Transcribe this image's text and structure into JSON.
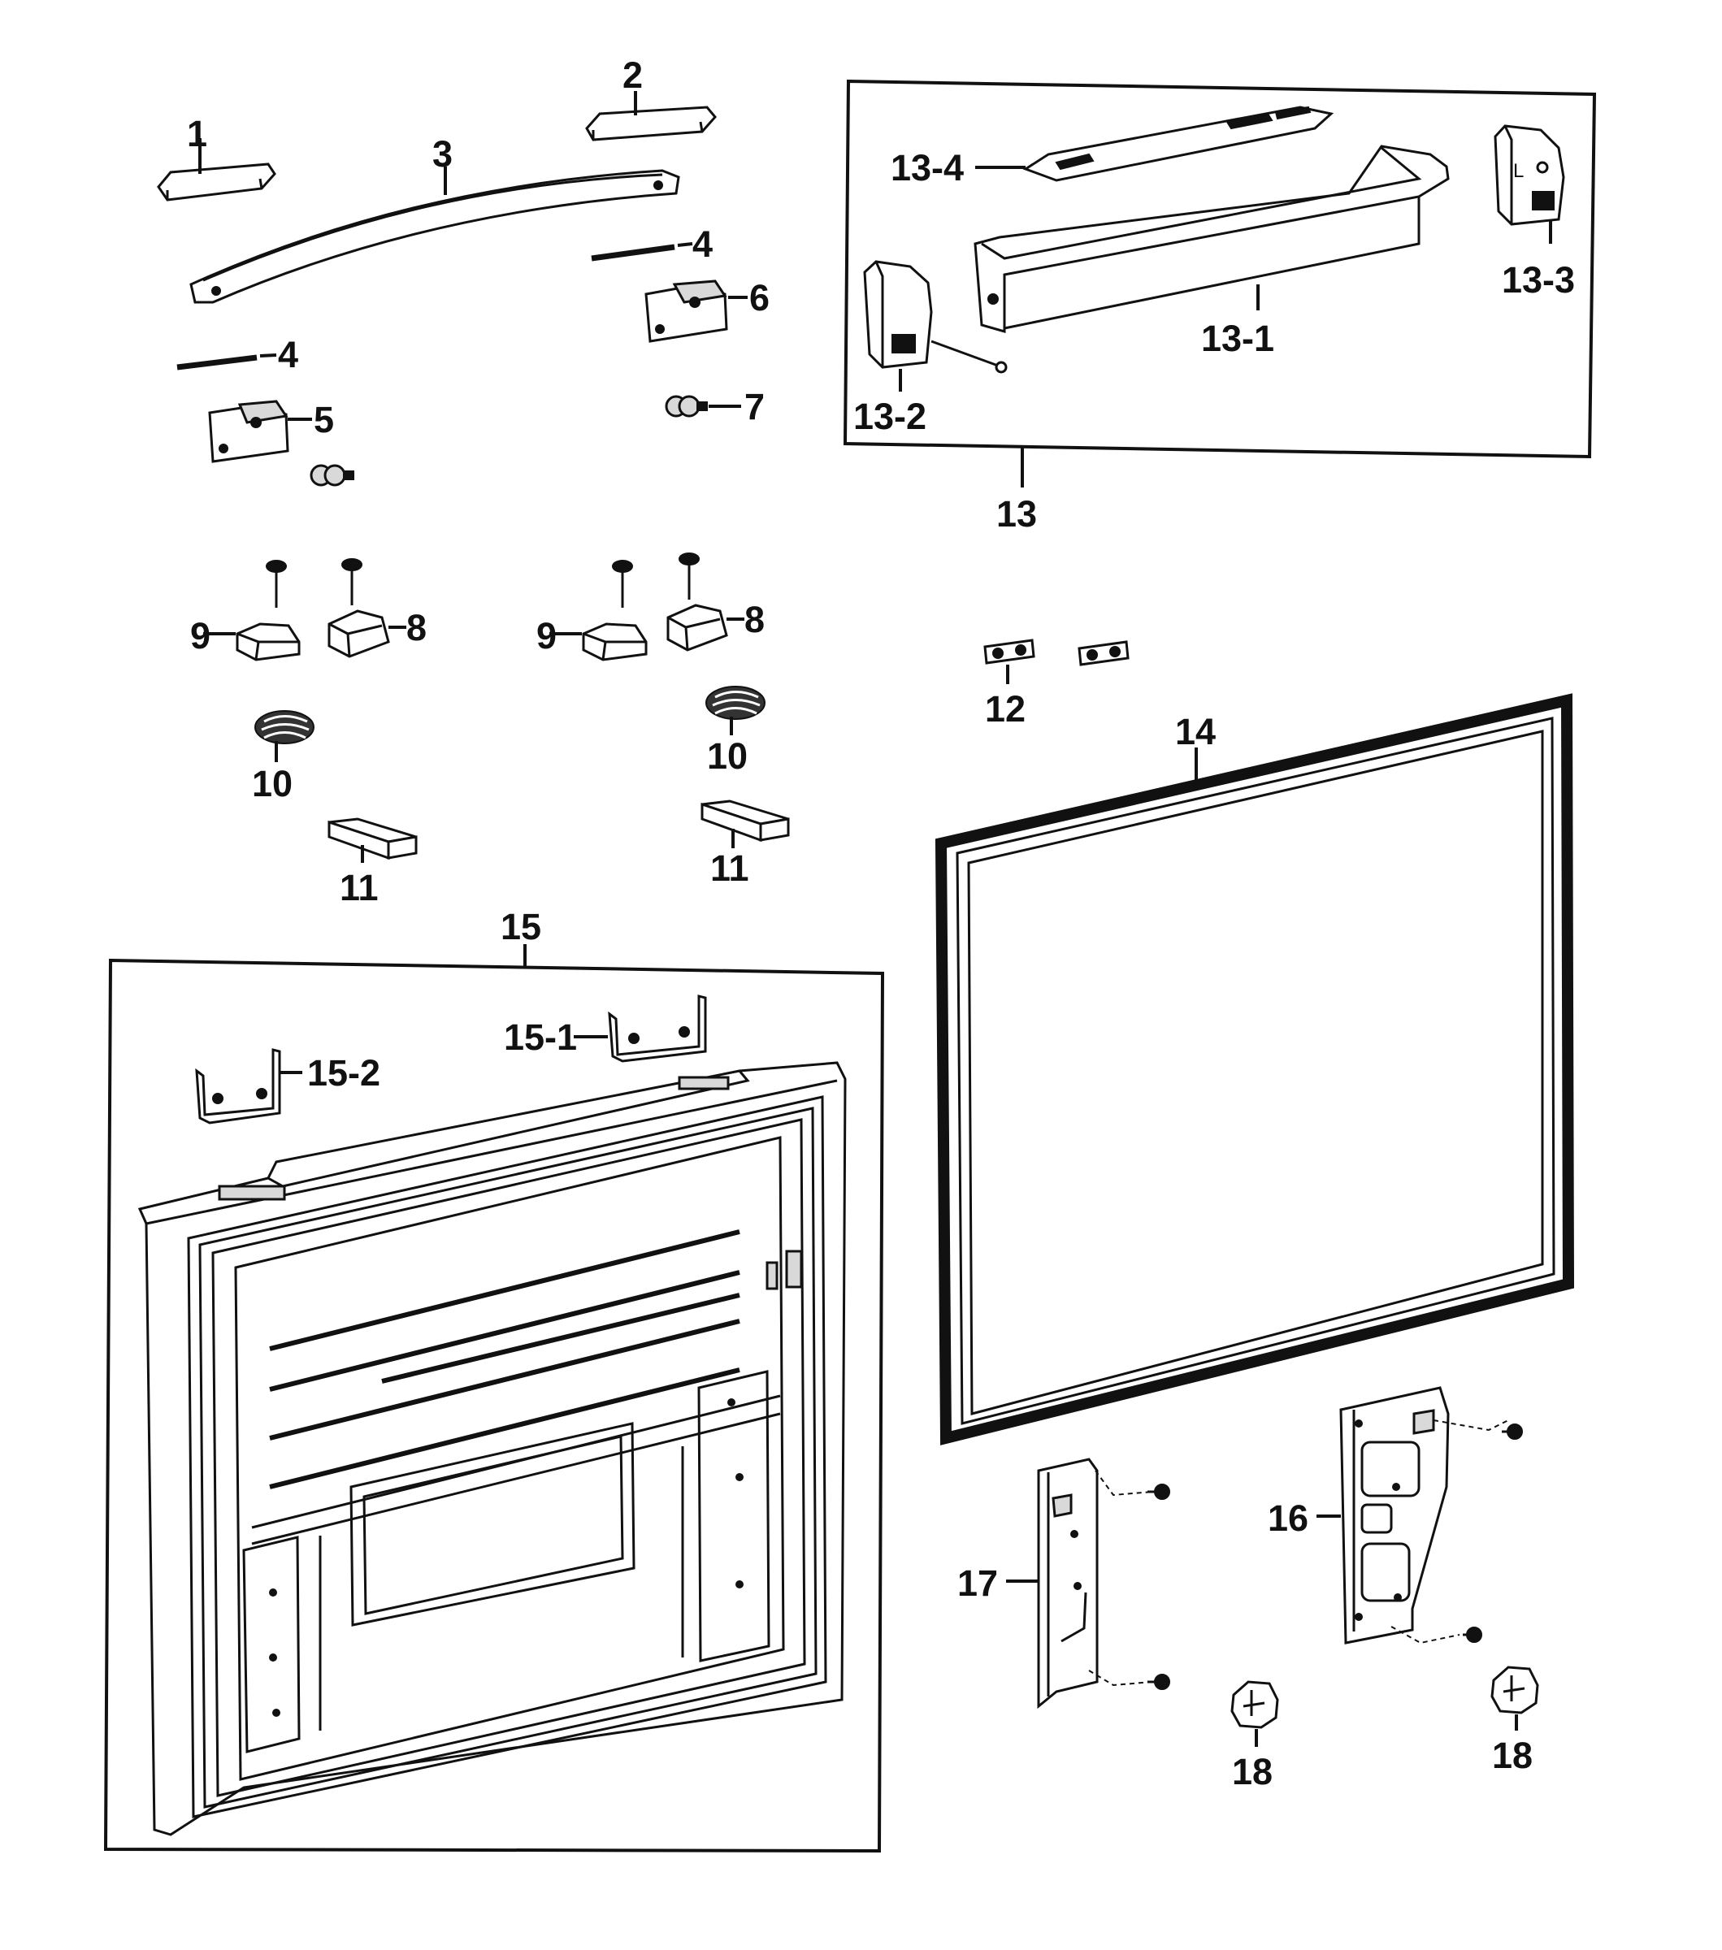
{
  "labels": {
    "p1": "1",
    "p2": "2",
    "p3": "3",
    "p4a": "4",
    "p4b": "4",
    "p5": "5",
    "p6": "6",
    "p7": "7",
    "p8a": "8",
    "p8b": "8",
    "p9a": "9",
    "p9b": "9",
    "p10a": "10",
    "p10b": "10",
    "p11a": "11",
    "p11b": "11",
    "p12": "12",
    "p13": "13",
    "p13_1": "13-1",
    "p13_2": "13-2",
    "p13_3": "13-3",
    "p13_4": "13-4",
    "p14": "14",
    "p15": "15",
    "p15_1": "15-1",
    "p15_2": "15-2",
    "p16": "16",
    "p17": "17",
    "p18a": "18",
    "p18b": "18"
  },
  "guard_letter": "L"
}
